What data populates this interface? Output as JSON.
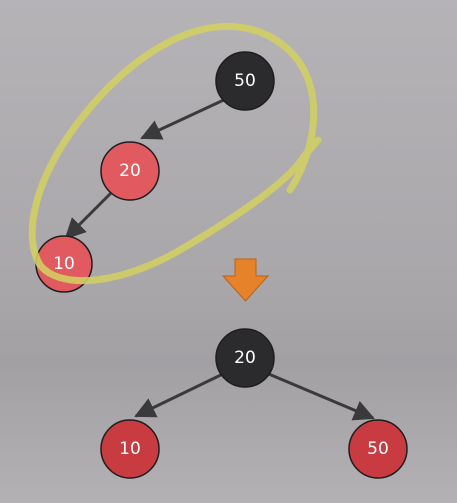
{
  "before": {
    "nodes": [
      {
        "id": "n50",
        "label": "50",
        "color": "black"
      },
      {
        "id": "n20",
        "label": "20",
        "color": "red"
      },
      {
        "id": "n10",
        "label": "10",
        "color": "red"
      }
    ],
    "edges": [
      {
        "from": "n50",
        "to": "n20"
      },
      {
        "from": "n20",
        "to": "n10"
      }
    ]
  },
  "after": {
    "nodes": [
      {
        "id": "m20",
        "label": "20",
        "color": "black"
      },
      {
        "id": "m10",
        "label": "10",
        "color": "red"
      },
      {
        "id": "m50",
        "label": "50",
        "color": "red"
      }
    ],
    "edges": [
      {
        "from": "m20",
        "to": "m10"
      },
      {
        "from": "m20",
        "to": "m50"
      }
    ]
  },
  "colors": {
    "black_node": "#2b2a2c",
    "red_node_before": "#e05a5f",
    "red_node_after": "#c83b41",
    "node_border": "#1e1d1f",
    "edge": "#3a393b",
    "highlight_loop": "#d2cf62",
    "transform_arrow": "#e68229"
  }
}
